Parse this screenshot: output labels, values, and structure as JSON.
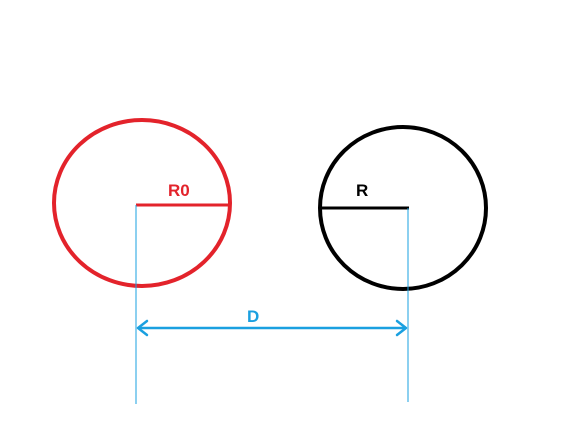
{
  "diagram": {
    "labels": {
      "left_radius": "R0",
      "right_radius": "R",
      "distance": "D"
    },
    "colors": {
      "left_circle": "#e3232b",
      "right_circle": "#000000",
      "distance": "#1aa0e0",
      "background": "#ffffff"
    }
  }
}
